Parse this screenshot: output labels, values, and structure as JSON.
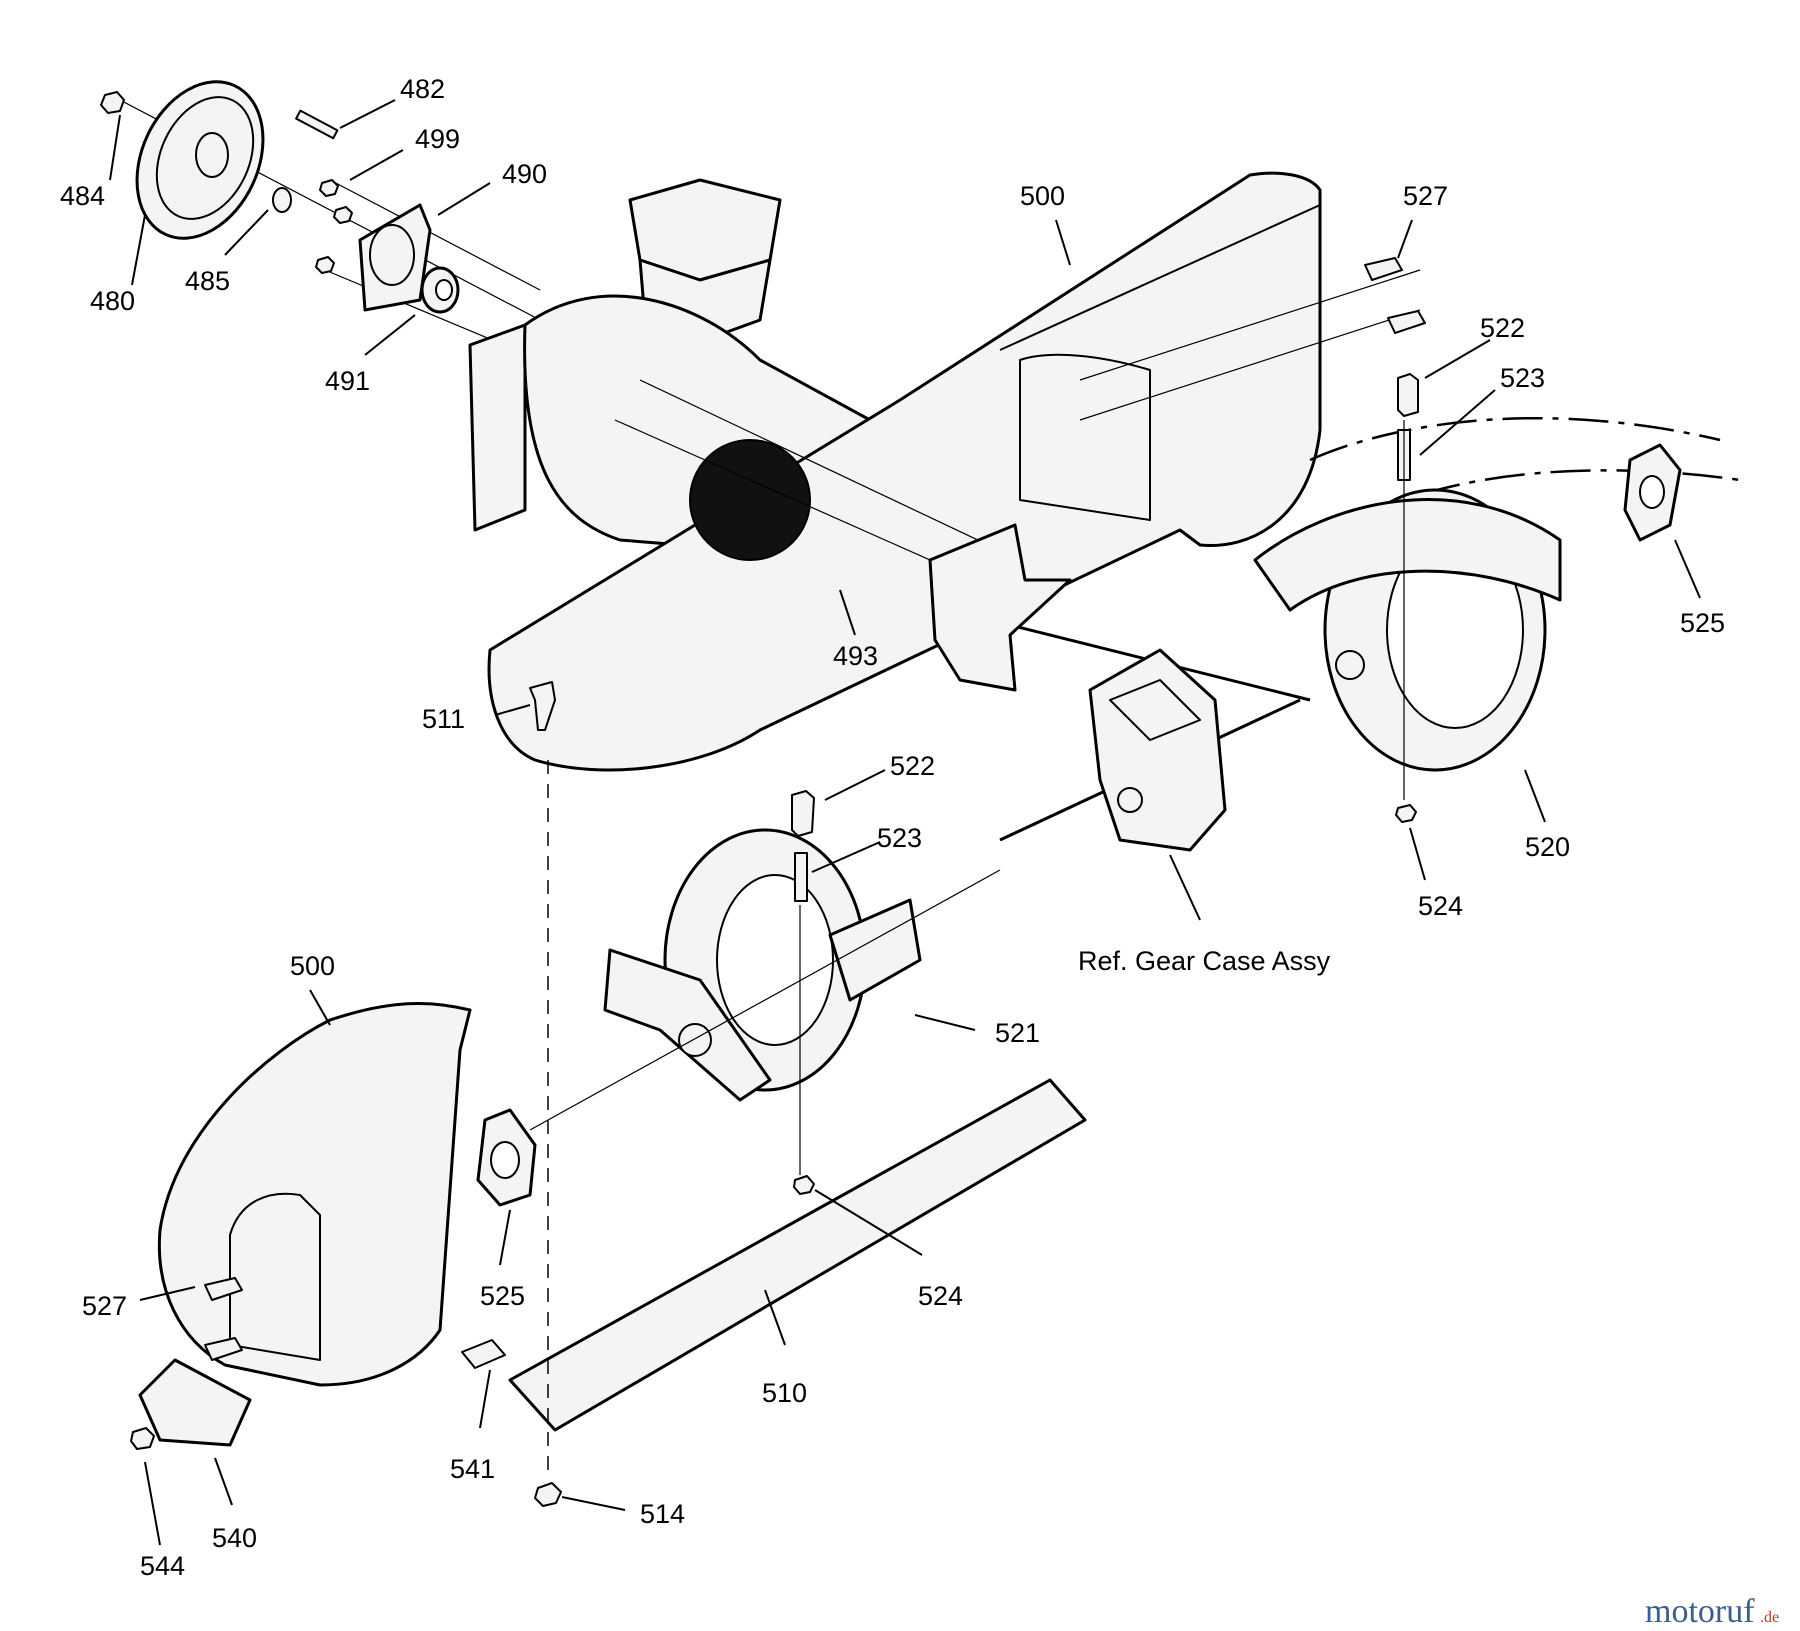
{
  "diagram": {
    "callouts": [
      {
        "id": "484",
        "text": "484"
      },
      {
        "id": "480",
        "text": "480"
      },
      {
        "id": "482",
        "text": "482"
      },
      {
        "id": "499",
        "text": "499"
      },
      {
        "id": "490",
        "text": "490"
      },
      {
        "id": "485",
        "text": "485"
      },
      {
        "id": "491",
        "text": "491"
      },
      {
        "id": "500a",
        "text": "500"
      },
      {
        "id": "527a",
        "text": "527"
      },
      {
        "id": "522a",
        "text": "522"
      },
      {
        "id": "523a",
        "text": "523"
      },
      {
        "id": "525a",
        "text": "525"
      },
      {
        "id": "493",
        "text": "493"
      },
      {
        "id": "511",
        "text": "511"
      },
      {
        "id": "520",
        "text": "520"
      },
      {
        "id": "524a",
        "text": "524"
      },
      {
        "id": "522b",
        "text": "522"
      },
      {
        "id": "523b",
        "text": "523"
      },
      {
        "id": "521",
        "text": "521"
      },
      {
        "id": "500b",
        "text": "500"
      },
      {
        "id": "527b",
        "text": "527"
      },
      {
        "id": "525b",
        "text": "525"
      },
      {
        "id": "524b",
        "text": "524"
      },
      {
        "id": "510",
        "text": "510"
      },
      {
        "id": "541",
        "text": "541"
      },
      {
        "id": "540",
        "text": "540"
      },
      {
        "id": "544",
        "text": "544"
      },
      {
        "id": "514",
        "text": "514"
      }
    ],
    "reference_label": "Ref. Gear Case Assy",
    "watermark": {
      "main": "motoruf",
      "tld": ".de"
    }
  }
}
